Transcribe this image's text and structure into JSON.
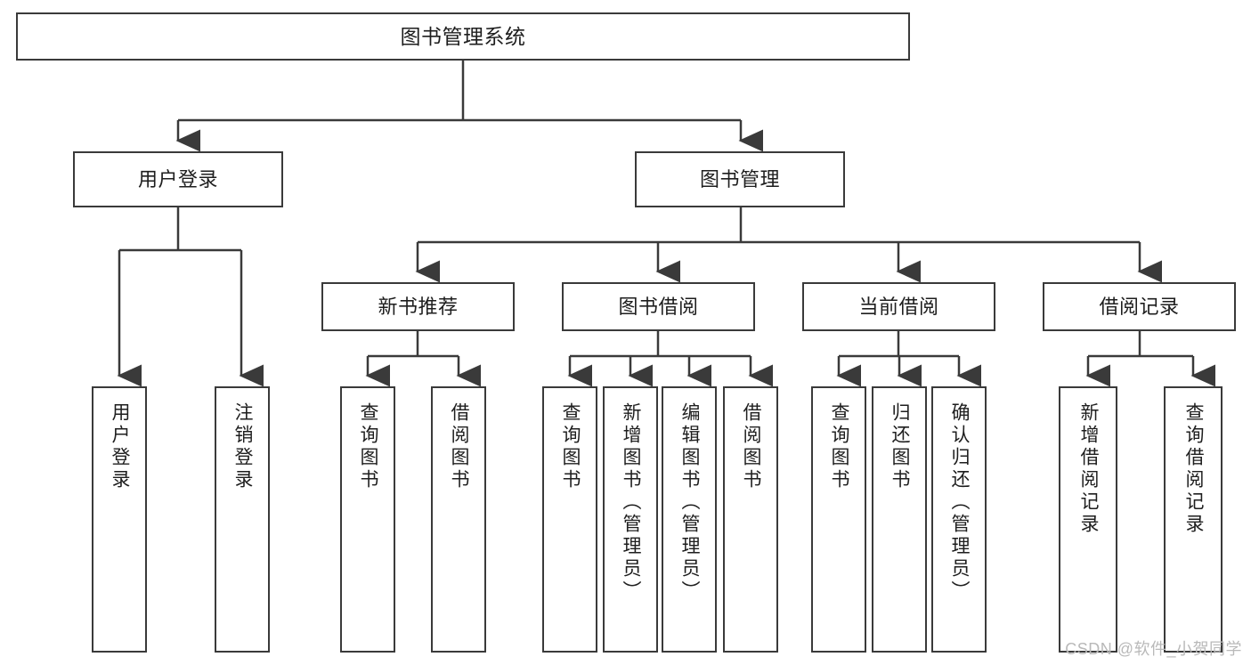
{
  "diagram": {
    "title": "图书管理系统",
    "type": "tree-hierarchy-flowchart",
    "watermark": "CSDN @软件_小贺同学",
    "colors": {
      "stroke": "#3a3a3a",
      "fill": "#ffffff",
      "text": "#1e1e1e",
      "watermark": "#b9b9b9"
    },
    "nodes": {
      "root": {
        "label": "图书管理系统"
      },
      "level2": [
        {
          "id": "user-login",
          "label": "用户登录"
        },
        {
          "id": "book-manage",
          "label": "图书管理"
        }
      ],
      "level3": [
        {
          "id": "new-book-recommend",
          "label": "新书推荐"
        },
        {
          "id": "book-borrow",
          "label": "图书借阅"
        },
        {
          "id": "current-borrow",
          "label": "当前借阅"
        },
        {
          "id": "borrow-record",
          "label": "借阅记录"
        }
      ],
      "leaves": {
        "user_login": [
          {
            "id": "leaf-user-login",
            "label": "用户登录"
          },
          {
            "id": "leaf-logout-login",
            "label": "注销登录"
          }
        ],
        "new_book_recommend": [
          {
            "id": "leaf-query-book-1",
            "label": "查询图书"
          },
          {
            "id": "leaf-borrow-book-1",
            "label": "借阅图书"
          }
        ],
        "book_borrow": [
          {
            "id": "leaf-query-book-2",
            "label": "查询图书"
          },
          {
            "id": "leaf-add-book-admin",
            "label": "新增图书（管理员）"
          },
          {
            "id": "leaf-edit-book-admin",
            "label": "编辑图书（管理员）"
          },
          {
            "id": "leaf-borrow-book-2",
            "label": "借阅图书"
          }
        ],
        "current_borrow": [
          {
            "id": "leaf-query-book-3",
            "label": "查询图书"
          },
          {
            "id": "leaf-return-book",
            "label": "归还图书"
          },
          {
            "id": "leaf-confirm-return-admin",
            "label": "确认归还（管理员）"
          }
        ],
        "borrow_record": [
          {
            "id": "leaf-add-borrow-record",
            "label": "新增借阅记录"
          },
          {
            "id": "leaf-query-borrow-record",
            "label": "查询借阅记录"
          }
        ]
      }
    }
  }
}
